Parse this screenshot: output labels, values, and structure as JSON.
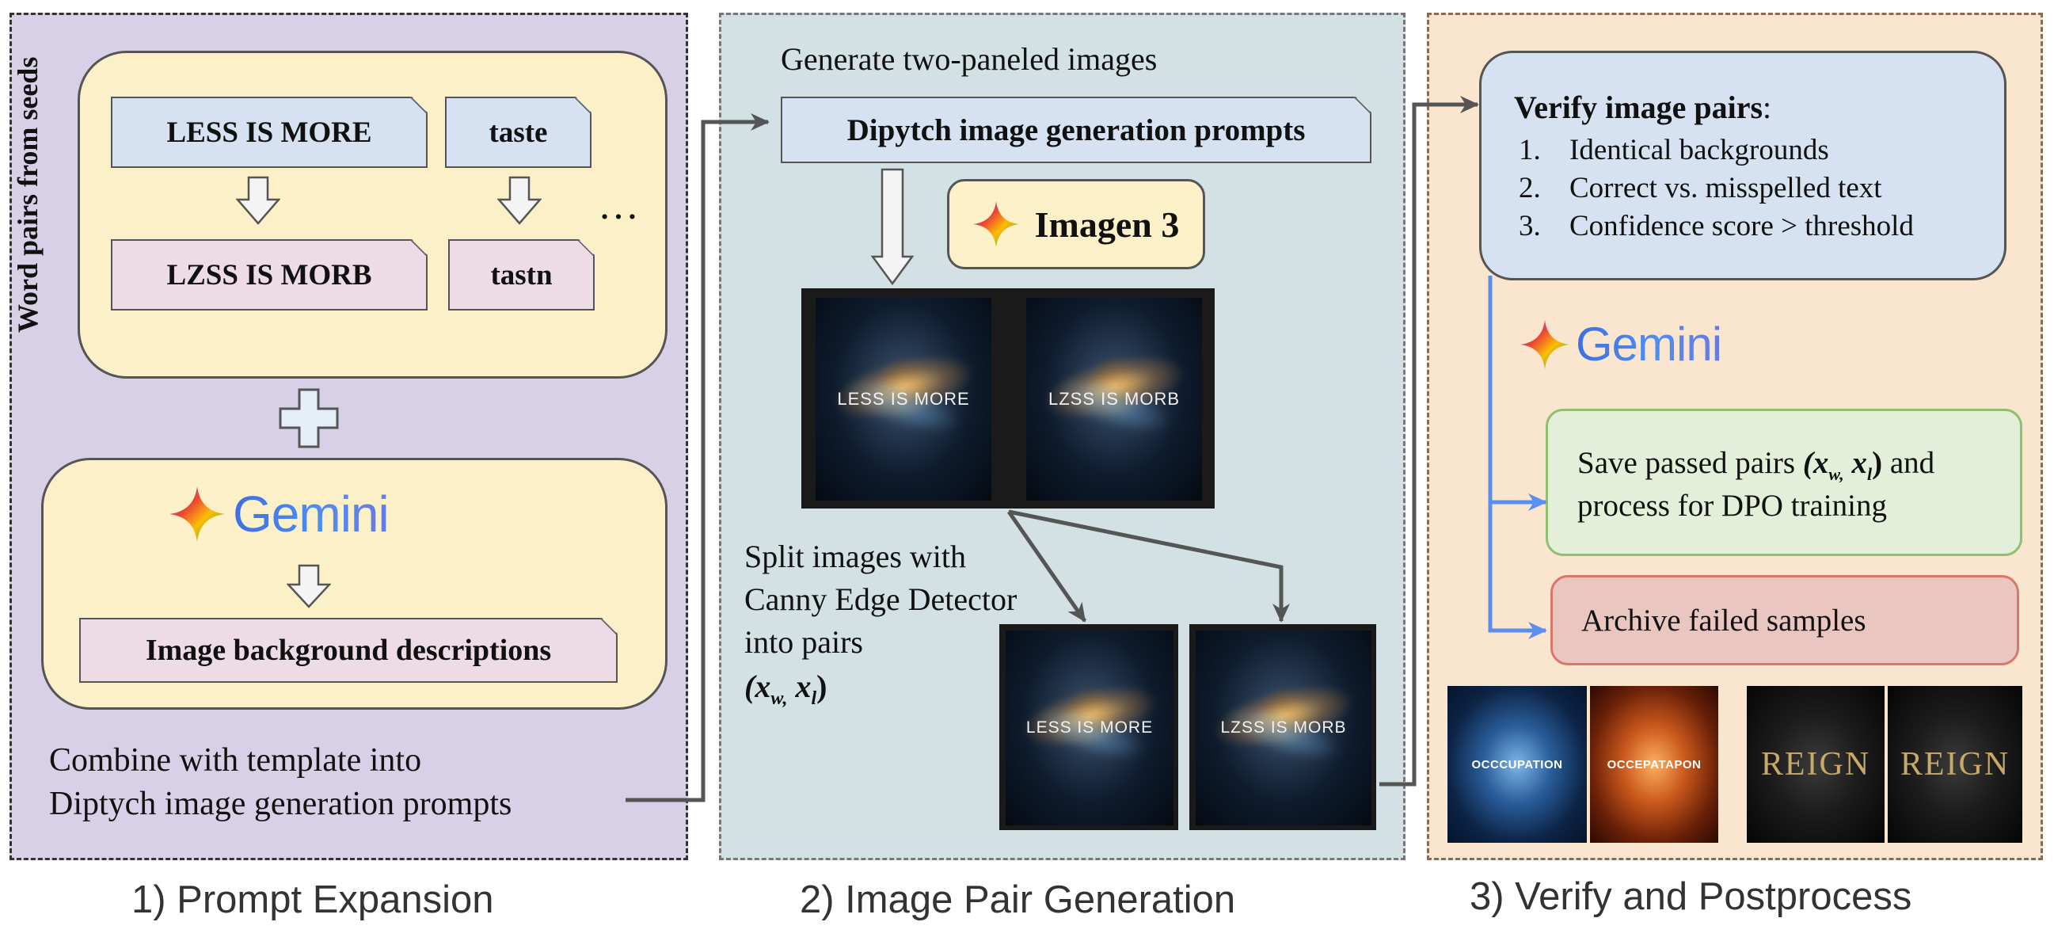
{
  "stage1": {
    "caption": "1) Prompt Expansion",
    "side_label": "Word pairs from seeds",
    "pair1_correct": "LESS IS MORE",
    "pair1_misspelled": "LZSS IS MORB",
    "pair2_correct": "taste",
    "pair2_misspelled": "tastn",
    "ellipsis": "…",
    "gemini_label": "Gemini",
    "background_doc": "Image background descriptions",
    "combine_line1": "Combine with template into",
    "combine_line2": "Diptych image generation prompts"
  },
  "stage2": {
    "caption": "2) Image Pair Generation",
    "heading": "Generate two-paneled images",
    "prompt_doc": "Dipytch image generation prompts",
    "model_label": "Imagen 3",
    "diptych_left_text": "LESS IS MORE",
    "diptych_right_text": "LZSS IS MORB",
    "split_line1": "Split images with",
    "split_line2": "Canny Edge Detector",
    "split_line3": "into pairs",
    "split_pair_formula": "(x",
    "split_left_text": "LESS IS MORE",
    "split_right_text": "LZSS IS MORB"
  },
  "stage3": {
    "caption": "3) Verify and Postprocess",
    "verify_title": "Verify image pairs",
    "verify_items": [
      "Identical backgrounds",
      "Correct vs. misspelled text",
      "Confidence score > threshold"
    ],
    "gemini_label": "Gemini",
    "save_line1": "Save passed pairs",
    "save_line1_tail": "and",
    "save_line2": "process for DPO training",
    "archive_label": "Archive failed samples",
    "sample1_left": "OCCCUPATION",
    "sample1_right": "OCCEPATAPON",
    "sample2_left": "REIGN",
    "sample2_right": "REIGN"
  },
  "colors": {
    "panel1_bg": "#d8d0e6",
    "panel2_bg": "#d3e0e4",
    "panel3_bg": "#fae5ce",
    "yellow_box": "#fbf0c8",
    "blue_doc": "#d6e2f2",
    "pink_doc": "#eddbe6",
    "save_box": "#e3efd8",
    "archive_box": "#e9c6c0",
    "gemini_blue": "#4d8ef0",
    "flow_blue": "#5a8ef0"
  },
  "icons": [
    "gemini-star-icon",
    "down-arrow-icon",
    "plus-icon",
    "flow-arrow-icon"
  ]
}
